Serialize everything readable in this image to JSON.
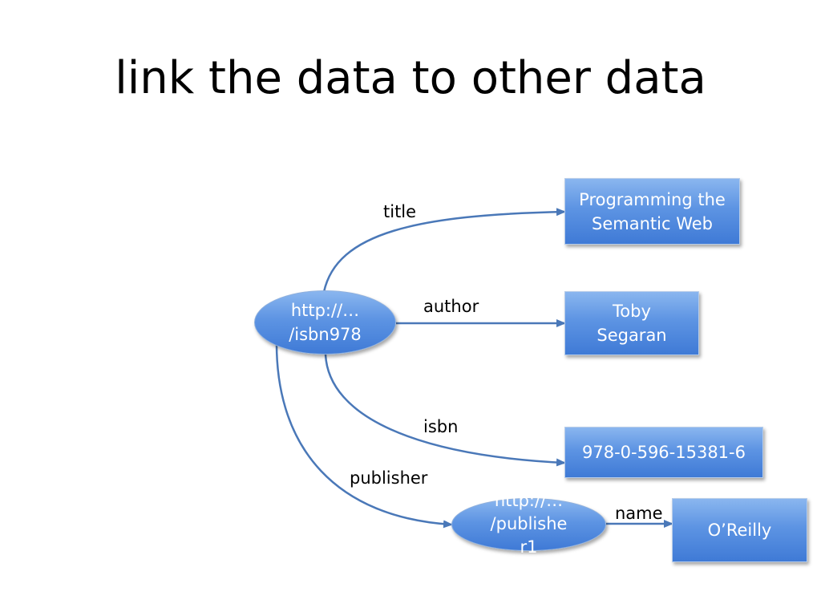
{
  "title": "link the data to other data",
  "colors": {
    "node_fill": "#4f87dc",
    "edge": "#4a78b8",
    "text_on_node": "#ffffff"
  },
  "nodes": {
    "book": {
      "line1": "http://…",
      "line2": "/isbn978"
    },
    "publisher": {
      "line1": "http://…",
      "line2": "/publishe",
      "line3": "r1"
    },
    "title_value": {
      "line1": "Programming the",
      "line2": "Semantic Web"
    },
    "author_value": {
      "line1": "Toby",
      "line2": "Segaran"
    },
    "isbn_value": {
      "line1": "978-0-596-15381-6"
    },
    "name_value": {
      "line1": "O’Reilly"
    }
  },
  "edges": {
    "title": "title",
    "author": "author",
    "isbn": "isbn",
    "publisher": "publisher",
    "name": "name"
  }
}
